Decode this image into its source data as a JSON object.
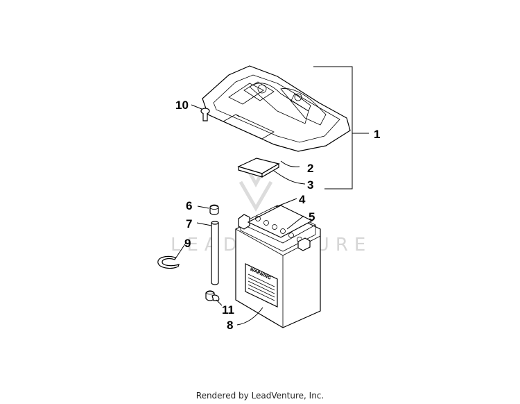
{
  "callouts": {
    "c1": "1",
    "c2": "2",
    "c3": "3",
    "c4": "4",
    "c5": "5",
    "c6": "6",
    "c7": "7",
    "c8": "8",
    "c9": "9",
    "c10": "10",
    "c11": "11"
  },
  "battery_label": "WARNING",
  "watermark": {
    "text": "LEADVENTURE",
    "color": "#d6d6d6"
  },
  "footer": {
    "credit": "Rendered by LeadVenture, Inc."
  }
}
